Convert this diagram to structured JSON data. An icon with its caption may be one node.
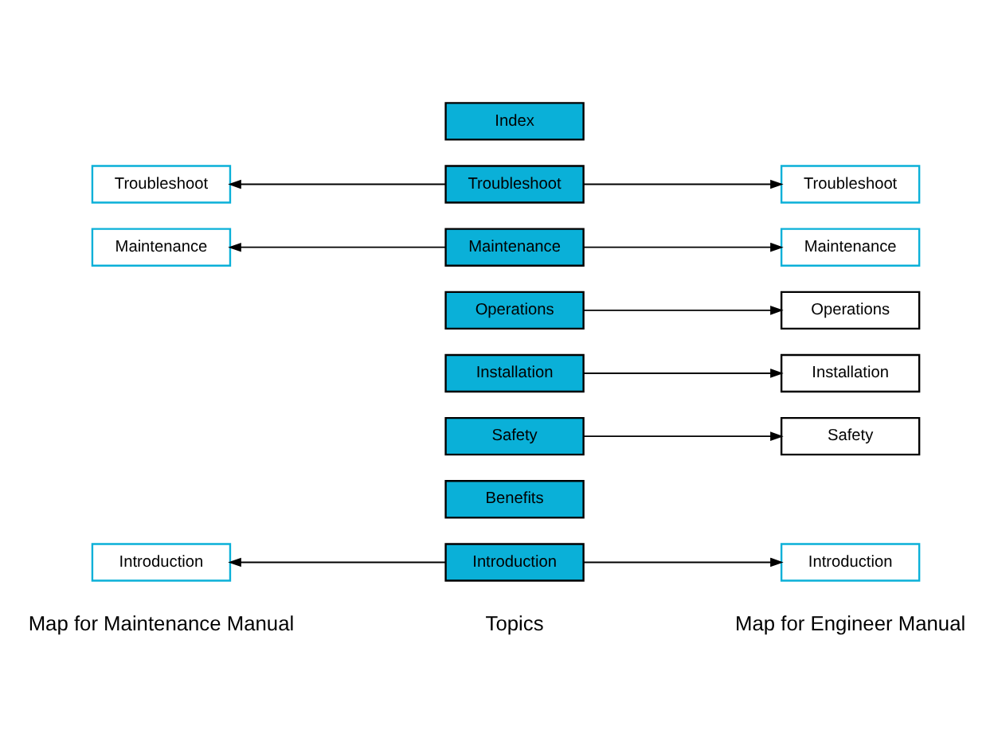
{
  "diagram": {
    "nodes": [
      {
        "text": [
          "Introduction"
        ]
      },
      {
        "text": [
          "Benefits"
        ]
      },
      {
        "text": [
          "Safety"
        ]
      },
      {
        "text": [
          "Installation"
        ]
      },
      {
        "text": [
          "Operations"
        ]
      },
      {
        "text": [
          "Maintenance"
        ]
      },
      {
        "text": [
          "Troubleshoot"
        ]
      },
      {
        "text": [
          "Index"
        ]
      },
      {
        "text": [
          "Introduction"
        ]
      },
      {
        "text": [
          "Maintenance"
        ]
      },
      {
        "text": [
          "Troubleshoot"
        ]
      },
      {
        "text": [
          "Introduction"
        ]
      },
      {
        "text": [
          "Safety"
        ]
      },
      {
        "text": [
          "Installation"
        ]
      },
      {
        "text": [
          "Operations"
        ]
      },
      {
        "text": [
          "Maintenance"
        ]
      },
      {
        "text": [
          "Troubleshoot"
        ]
      }
    ],
    "edges": [
      {
        "from": 0,
        "to": 8,
        "arrow": "to"
      },
      {
        "from": 0,
        "to": 11,
        "arrow": "to"
      },
      {
        "from": 2,
        "to": 12,
        "arrow": "to"
      },
      {
        "from": 3,
        "to": 13,
        "arrow": "to"
      },
      {
        "from": 4,
        "to": 14,
        "arrow": "to"
      },
      {
        "from": 5,
        "to": 9,
        "arrow": "to"
      },
      {
        "from": 5,
        "to": 15,
        "arrow": "to"
      },
      {
        "from": 6,
        "to": 10,
        "arrow": "to"
      },
      {
        "from": 6,
        "to": 16,
        "arrow": "to"
      }
    ],
    "labels": [
      "Map for Maintenance Manual",
      "Topics",
      "Map for Engineer Manual"
    ]
  }
}
